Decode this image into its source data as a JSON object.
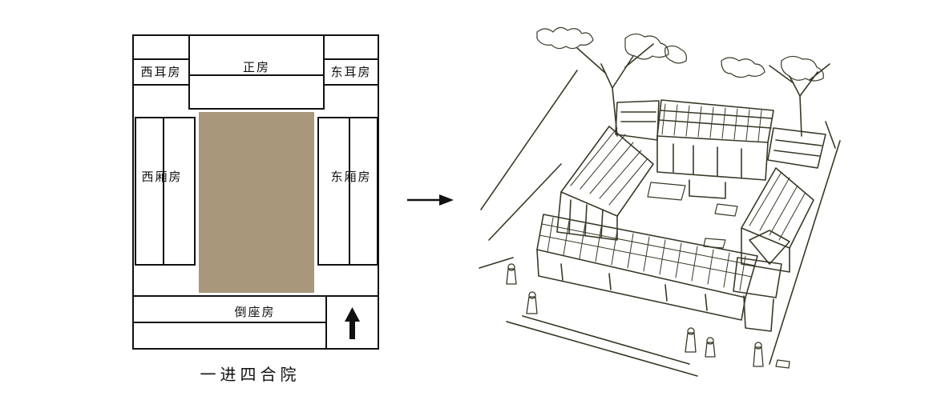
{
  "plan": {
    "rooms": {
      "main_hall": "正房",
      "west_ear": "西耳房",
      "east_ear": "东耳房",
      "west_wing": "西厢房",
      "east_wing": "东厢房",
      "south_room": "倒座房"
    },
    "caption": "一进四合院",
    "courtyard_color": "#a8977a"
  },
  "colors": {
    "line": "#111111",
    "sketch": "#3a3826"
  },
  "icons": {
    "north_arrow": "up-arrow-icon",
    "transition_arrow": "right-arrow-icon"
  }
}
